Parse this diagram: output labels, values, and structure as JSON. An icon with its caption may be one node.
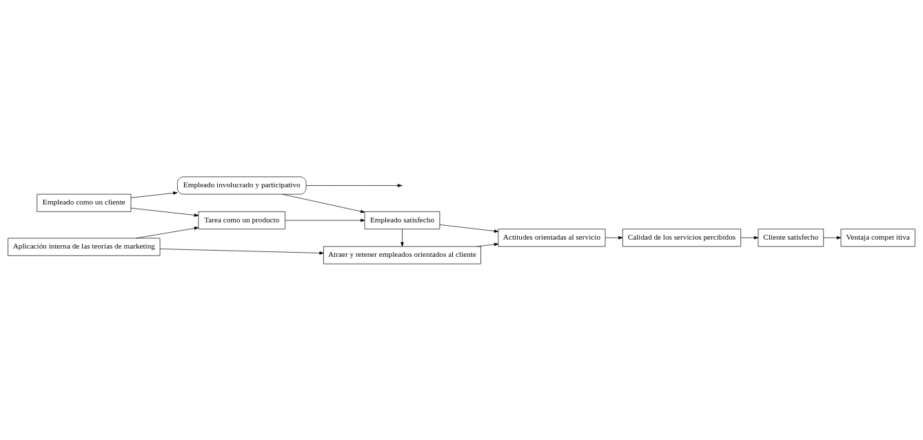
{
  "diagram": {
    "nodes": [
      {
        "text": [
          "Empleado involucrado y participativo"
        ]
      },
      {
        "text": [
          "Empleado como un cliente"
        ]
      },
      {
        "text": [
          "Tarea como un producto"
        ]
      },
      {
        "text": [
          "Empleado satisfecho"
        ]
      },
      {
        "text": [
          "Actitudes orientadas al servicio"
        ]
      },
      {
        "text": [
          "Calidad de los servicios percibidos"
        ]
      },
      {
        "text": [
          "Cliente satisfecho"
        ]
      },
      {
        "text": [
          "Ventaja compet itiva"
        ]
      },
      {
        "text": [
          "Aplicación interna de las teorías de marketing"
        ]
      },
      {
        "text": [
          "Atraer y retener empleados orientados al cliente"
        ]
      }
    ],
    "edges": [
      {
        "from": 1,
        "to": 0,
        "arrow": "to"
      },
      {
        "from": 0,
        "to": 3,
        "arrow": "to"
      },
      {
        "from": 0,
        "to": null,
        "arrow": "to"
      },
      {
        "from": 1,
        "to": 2,
        "arrow": "to"
      },
      {
        "from": 2,
        "to": 3,
        "arrow": "to"
      },
      {
        "from": 3,
        "to": 4,
        "arrow": "to"
      },
      {
        "from": 4,
        "to": 5,
        "arrow": "to"
      },
      {
        "from": 5,
        "to": 6,
        "arrow": "to"
      },
      {
        "from": 6,
        "to": 7,
        "arrow": "to"
      },
      {
        "from": 8,
        "to": 2,
        "arrow": "to"
      },
      {
        "from": 8,
        "to": 9,
        "arrow": "to"
      },
      {
        "from": 3,
        "to": 9,
        "arrow": "to"
      },
      {
        "from": 9,
        "to": 4,
        "arrow": "to"
      }
    ]
  }
}
